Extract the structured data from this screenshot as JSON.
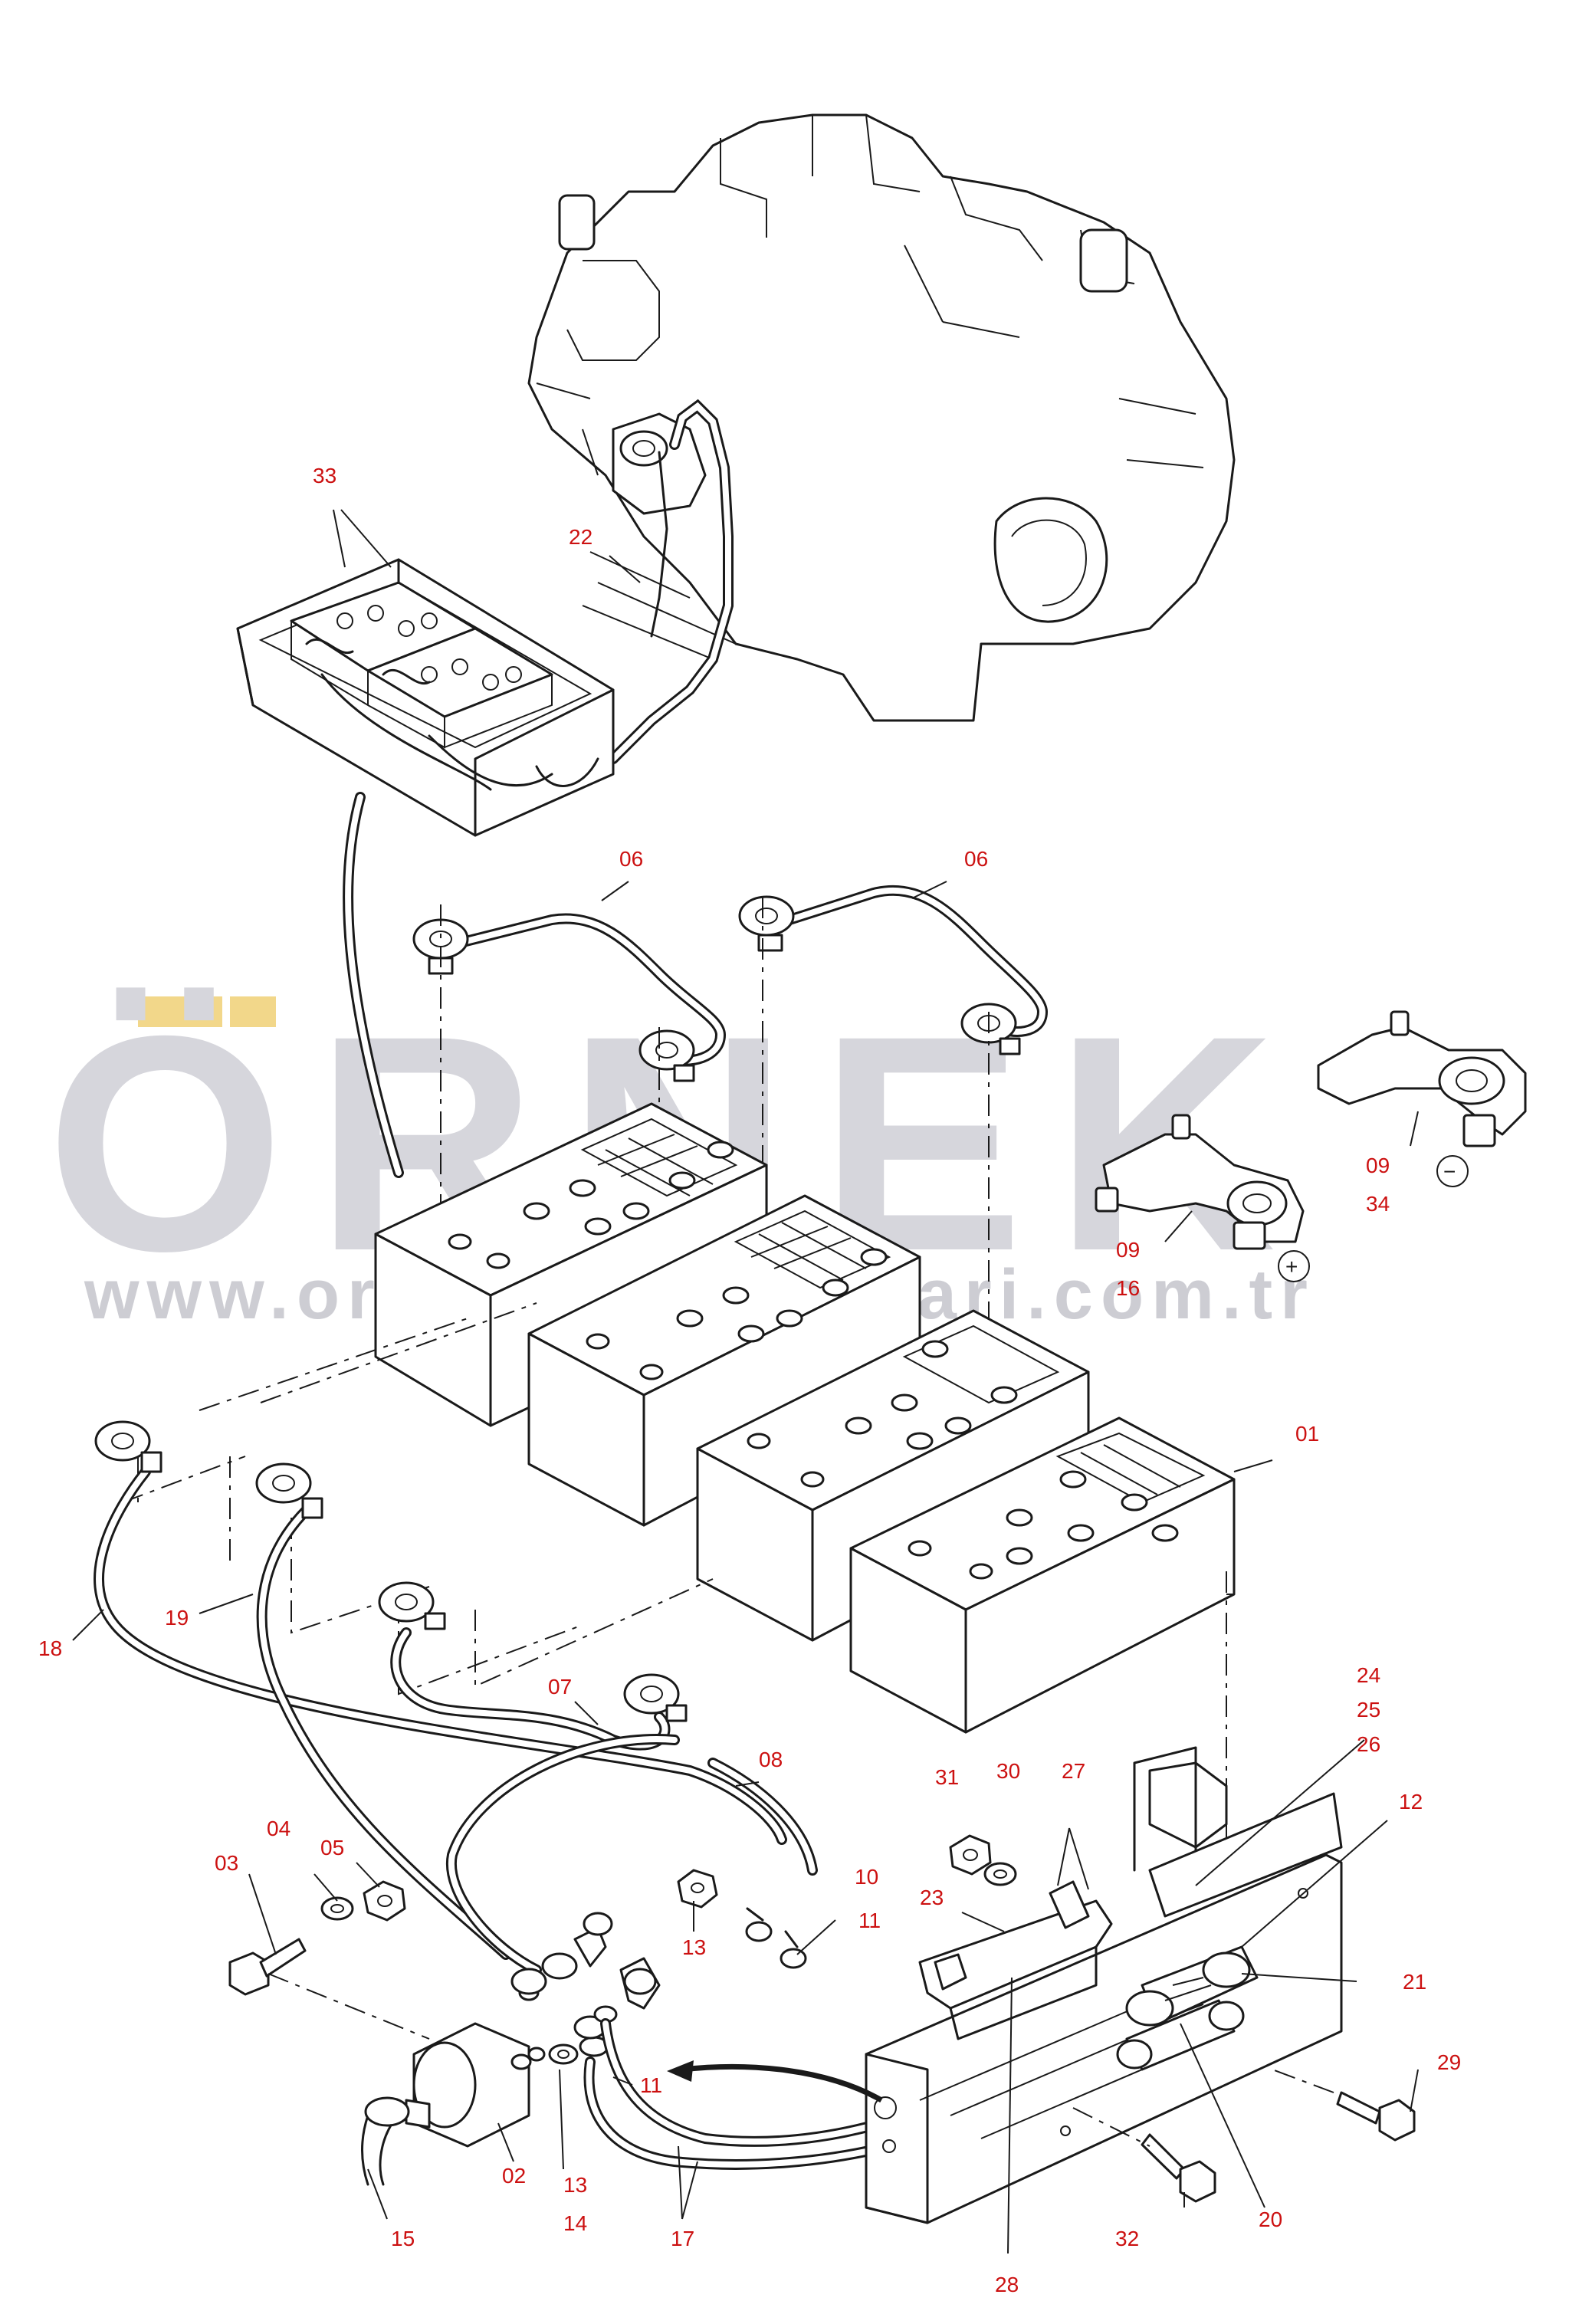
{
  "watermark": {
    "brand": "ÖRNEK",
    "url": "www.ornekismakinalari.com.tr",
    "accent_color": "#f2d78a"
  },
  "callouts": [
    {
      "id": "c33",
      "text": "33"
    },
    {
      "id": "c22",
      "text": "22"
    },
    {
      "id": "c06a",
      "text": "06"
    },
    {
      "id": "c06b",
      "text": "06"
    },
    {
      "id": "c09a",
      "text": "09"
    },
    {
      "id": "c34",
      "text": "34"
    },
    {
      "id": "c09b",
      "text": "09"
    },
    {
      "id": "c16",
      "text": "16"
    },
    {
      "id": "c01",
      "text": "01"
    },
    {
      "id": "c18",
      "text": "18"
    },
    {
      "id": "c19",
      "text": "19"
    },
    {
      "id": "c07",
      "text": "07"
    },
    {
      "id": "c08",
      "text": "08"
    },
    {
      "id": "c24",
      "text": "24"
    },
    {
      "id": "c25",
      "text": "25"
    },
    {
      "id": "c26",
      "text": "26"
    },
    {
      "id": "c31",
      "text": "31"
    },
    {
      "id": "c30",
      "text": "30"
    },
    {
      "id": "c27",
      "text": "27"
    },
    {
      "id": "c12",
      "text": "12"
    },
    {
      "id": "c03",
      "text": "03"
    },
    {
      "id": "c04",
      "text": "04"
    },
    {
      "id": "c05",
      "text": "05"
    },
    {
      "id": "c10",
      "text": "10"
    },
    {
      "id": "c11a",
      "text": "11"
    },
    {
      "id": "c13a",
      "text": "13"
    },
    {
      "id": "c23",
      "text": "23"
    },
    {
      "id": "c21",
      "text": "21"
    },
    {
      "id": "c29",
      "text": "29"
    },
    {
      "id": "c11b",
      "text": "11"
    },
    {
      "id": "c02",
      "text": "02"
    },
    {
      "id": "c13b",
      "text": "13"
    },
    {
      "id": "c14",
      "text": "14"
    },
    {
      "id": "c15",
      "text": "15"
    },
    {
      "id": "c17",
      "text": "17"
    },
    {
      "id": "c32",
      "text": "32"
    },
    {
      "id": "c20",
      "text": "20"
    },
    {
      "id": "c28",
      "text": "28"
    }
  ],
  "symbols": {
    "plus": "+",
    "minus": "−"
  }
}
